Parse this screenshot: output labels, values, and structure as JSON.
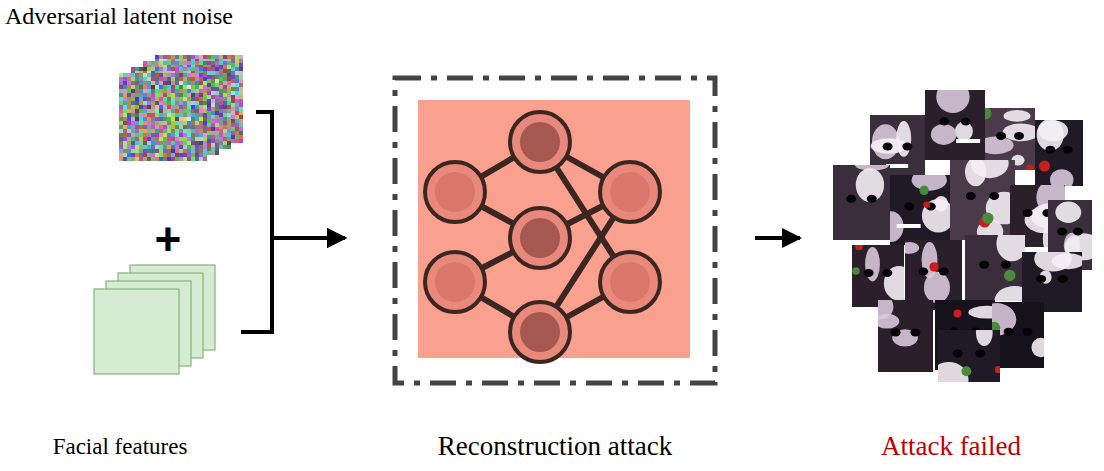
{
  "diagram": {
    "nodes": [
      {
        "text": [
          "Adversarial latent noise"
        ]
      },
      {
        "text": [
          "Facial features"
        ]
      },
      {
        "text": [
          "Reconstruction attack"
        ]
      },
      {
        "text": [
          "Attack failed"
        ]
      }
    ],
    "edges": [
      {
        "from": 0,
        "to": 2,
        "arrow": "to"
      },
      {
        "from": 1,
        "to": 2,
        "arrow": "to"
      },
      {
        "from": 2,
        "to": 3,
        "arrow": "to"
      }
    ],
    "labels": [
      "+"
    ]
  }
}
